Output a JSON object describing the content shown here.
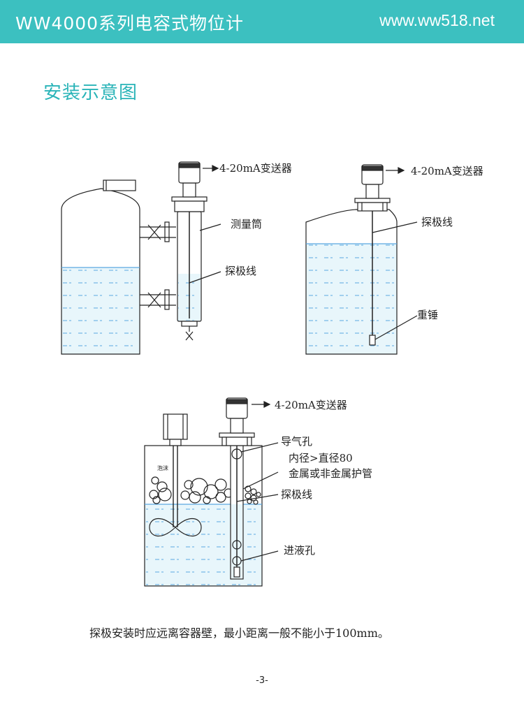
{
  "header": {
    "title": "WW4000系列电容式物位计",
    "url": "www.ww518.net"
  },
  "section_title": "安装示意图",
  "diagram1": {
    "transmitter_label": "4-20mA变送器",
    "tube_label": "测量筒",
    "probe_label": "探极线"
  },
  "diagram2": {
    "transmitter_label": "4-20mA变送器",
    "probe_label": "探极线",
    "weight_label": "重锤"
  },
  "diagram3": {
    "transmitter_label": "4-20mA变送器",
    "vent_label": "导气孔",
    "pipe_label_line1": "内径>直径80",
    "pipe_label_line2": "金属或非金属护管",
    "probe_label": "探极线",
    "inlet_label": "进液孔",
    "foam_label": "泡沫"
  },
  "note": "探极安装时应远离容器壁，最小距离一般不能小于100mm。",
  "page_number": "-3-",
  "colors": {
    "header_bg": "#3cc0c0",
    "title_accent": "#2ab4b8",
    "liquid": "#e8f6fb",
    "liquid_dash": "#5aa8e0"
  }
}
